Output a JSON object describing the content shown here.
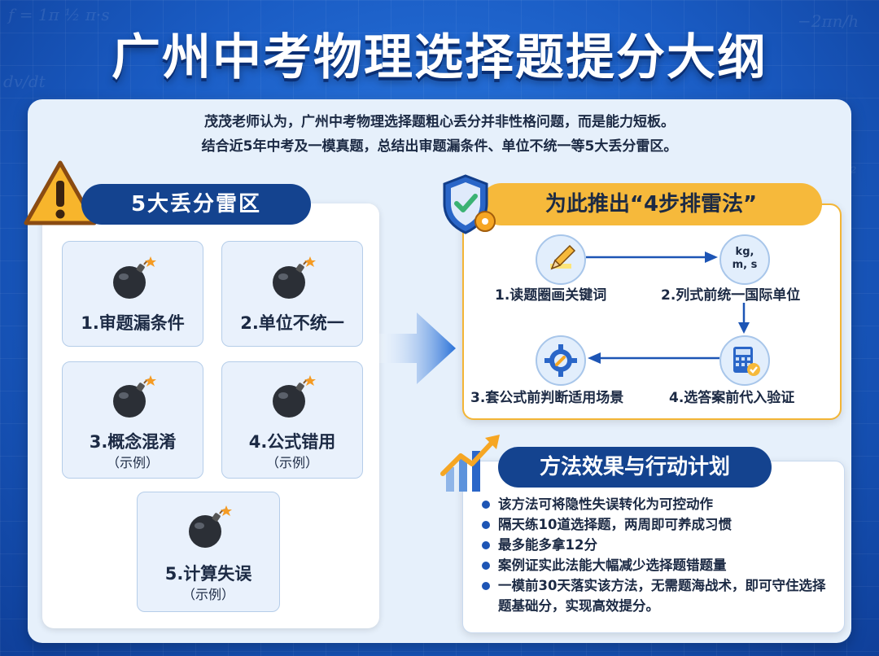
{
  "title": "广州中考物理选择题提分大纲",
  "intro": {
    "line1": "茂茂老师认为，广州中考物理选择题粗心丢分并非性格问题，而是能力短板。",
    "line2": "结合近5年中考及一模真题，总结出审题漏条件、单位不统一等5大丢分雷区。"
  },
  "traps": {
    "heading": "5大丢分雷区",
    "items": [
      {
        "label": "1.审题漏条件",
        "sub": ""
      },
      {
        "label": "2.单位不统一",
        "sub": ""
      },
      {
        "label": "3.概念混淆",
        "sub": "（示例）"
      },
      {
        "label": "4.公式错用",
        "sub": "（示例）"
      },
      {
        "label": "5.计算失误",
        "sub": "（示例）"
      }
    ]
  },
  "method": {
    "heading": "为此推出“4步排雷法”",
    "unit_icon_text": "kg,\nm, s",
    "steps": [
      {
        "label": "1.读题圈画关键词",
        "icon": "pencil-icon"
      },
      {
        "label": "2.列式前统一国际单位",
        "icon": "units-icon"
      },
      {
        "label": "3.套公式前判断适用场景",
        "icon": "gear-wrench-icon"
      },
      {
        "label": "4.选答案前代入验证",
        "icon": "calculator-check-icon"
      }
    ]
  },
  "plan": {
    "heading": "方法效果与行动计划",
    "items": [
      "该方法可将隐性失误转化为可控动作",
      "隔天练10道选择题，两周即可养成习惯",
      "最多能多拿12分",
      "案例证实此法能大幅减少选择题错题量",
      "一模前30天落实该方法，无需题海战术，即可守住选择题基础分，实现高效提分。"
    ]
  },
  "colors": {
    "background": "#1a5cc4",
    "navy_pill": "#14438f",
    "gold_pill": "#f6b93b",
    "panel": "#e6f0fb"
  }
}
